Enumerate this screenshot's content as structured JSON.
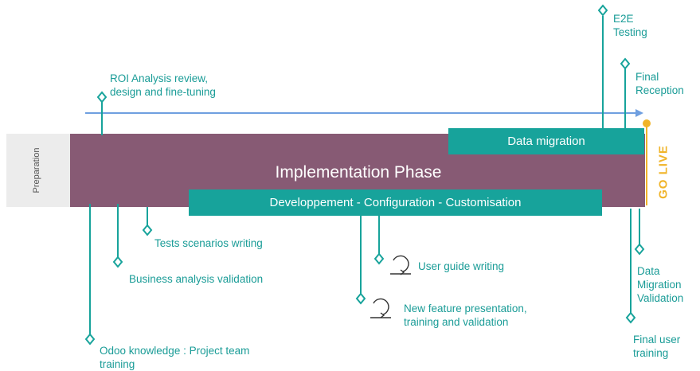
{
  "phases": {
    "preparation": "Preparation",
    "implementation": "Implementation Phase",
    "go_live": "GO LIVE"
  },
  "bars": {
    "data_migration": "Data migration",
    "development": "Developpement - Configuration - Customisation"
  },
  "milestones": {
    "e2e_line1": "E2E",
    "e2e_line2": "Testing",
    "final_reception_line1": "Final",
    "final_reception_line2": "Reception",
    "roi_line1": "ROI Analysis review,",
    "roi_line2": "design and fine-tuning",
    "tests_scenarios": "Tests scenarios writing",
    "business_analysis": "Business analysis validation",
    "user_guide": "User guide writing",
    "new_feature_line1": "New feature presentation,",
    "new_feature_line2": "training and validation",
    "odoo_line1": "Odoo knowledge : Project team",
    "odoo_line2": "training",
    "data_migration_validation_line1": "Data",
    "data_migration_validation_line2": "Migration",
    "data_migration_validation_line3": "Validation",
    "final_user_line1": "Final user",
    "final_user_line2": "training"
  },
  "colors": {
    "implementation": "#875a74",
    "teal": "#17a39b",
    "timeline_arrow": "#6f9fe0",
    "go_live": "#f0b429",
    "preparation": "#ececec"
  },
  "icons": {
    "cycle": "cycle-arrows-icon"
  }
}
